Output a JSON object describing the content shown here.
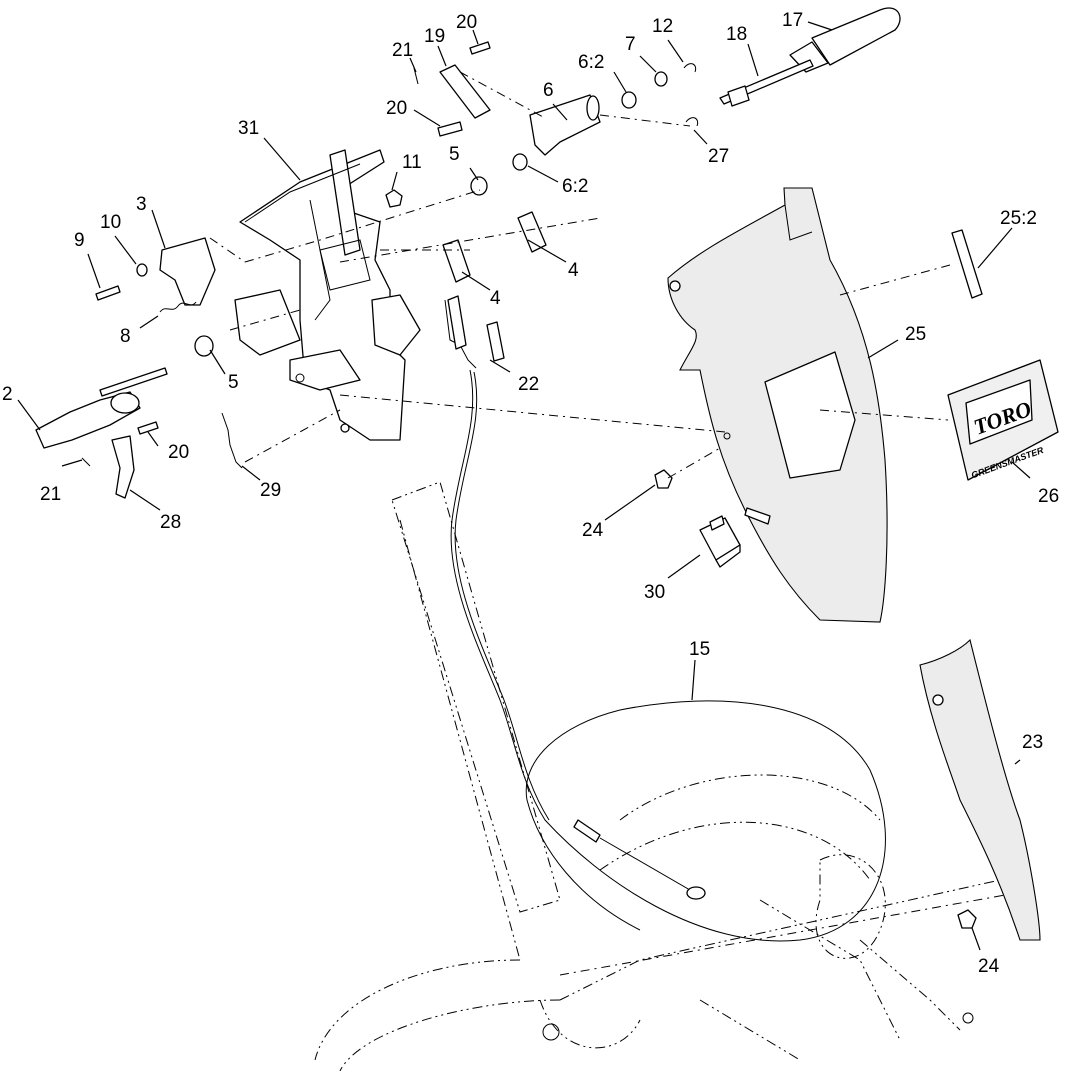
{
  "callouts": {
    "c2": "2",
    "c3": "3",
    "c4a": "4",
    "c4b": "4",
    "c5a": "5",
    "c5b": "5",
    "c6": "6",
    "c6_2a": "6:2",
    "c6_2b": "6:2",
    "c7": "7",
    "c8": "8",
    "c9": "9",
    "c10": "10",
    "c11": "11",
    "c12": "12",
    "c15": "15",
    "c17": "17",
    "c18": "18",
    "c19": "19",
    "c20a": "20",
    "c20b": "20",
    "c20c": "20",
    "c21a": "21",
    "c21b": "21",
    "c22": "22",
    "c23": "23",
    "c24a": "24",
    "c24b": "24",
    "c25": "25",
    "c25_2": "25:2",
    "c26": "26",
    "c27": "27",
    "c28": "28",
    "c29": "29",
    "c30": "30",
    "c31": "31"
  },
  "decal": {
    "brand": "TORO",
    "model": "GREENSMASTER"
  }
}
